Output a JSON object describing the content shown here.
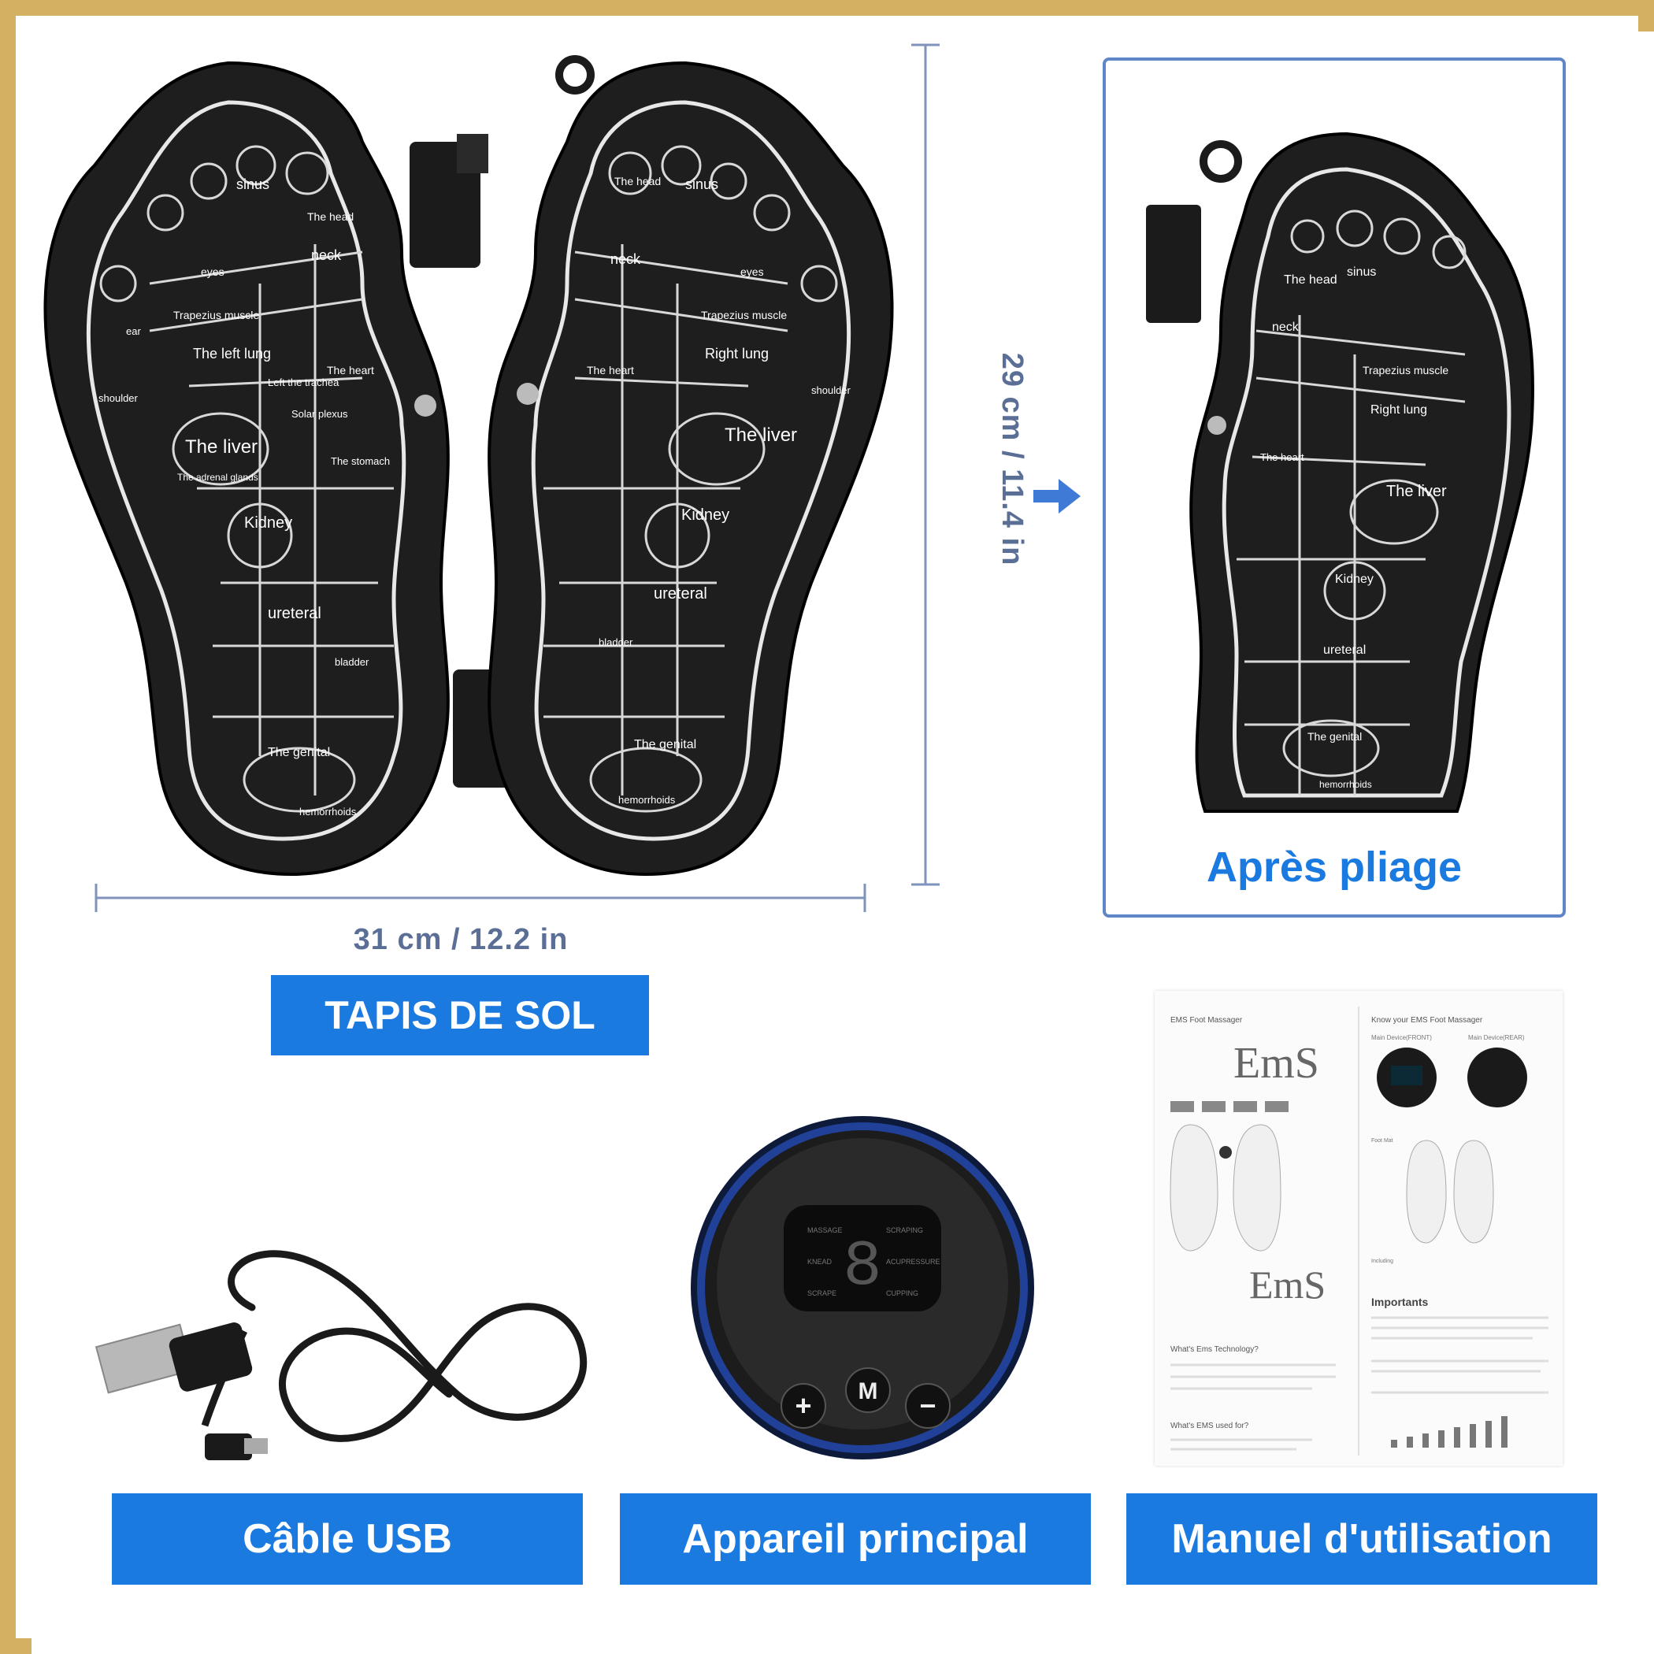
{
  "dimensions": {
    "width_label": "31 cm / 12.2 in",
    "height_label": "29 cm / 11.4 in"
  },
  "folded": {
    "caption": "Après pliage"
  },
  "labels": {
    "mat": "TAPIS DE SOL",
    "usb_cable": "Câble USB",
    "main_device": "Appareil principal",
    "manual": "Manuel d'utilisation"
  },
  "mat_zones": {
    "left_foot": [
      "sinus",
      "The head",
      "eyes",
      "neck",
      "ear",
      "Trapezius muscle",
      "The left lung",
      "Left the trachea",
      "The heart",
      "The liver",
      "Solar plexus",
      "The stomach",
      "Kidney",
      "The adrenal glands",
      "ureteral",
      "bladder",
      "The genital",
      "hemorrhoids",
      "shoulder"
    ],
    "right_foot": [
      "The head",
      "sinus",
      "neck",
      "eyes",
      "Trapezius muscle",
      "Right lung",
      "The heart",
      "The liver",
      "Kidney",
      "ureteral",
      "bladder",
      "The genital",
      "hemorrhoids",
      "shoulder"
    ]
  },
  "device": {
    "display_digit": "8",
    "display_modes": [
      "MASSAGE",
      "KNEAD",
      "SCRAPE",
      "SCRAPING",
      "ACUPRESSURE",
      "CUPPING"
    ],
    "buttons": [
      "+",
      "M",
      "−"
    ]
  },
  "manual_text": {
    "left_title": "EMS Foot Massager",
    "right_title": "Know your EMS Foot Massager",
    "front_label": "Main Device(FRONT)",
    "rear_label": "Main Device(REAR)",
    "importants": "Importants",
    "whats_ems": "What's Ems Technology?",
    "whats_used": "What's EMS used for?",
    "logo": "EmS",
    "foot_mat": "Foot Mat",
    "including": "Including"
  },
  "colors": {
    "accent_blue": "#1a7ae0",
    "frame_gold": "#d4b062",
    "dimension_gray_blue": "#5b6f96"
  }
}
